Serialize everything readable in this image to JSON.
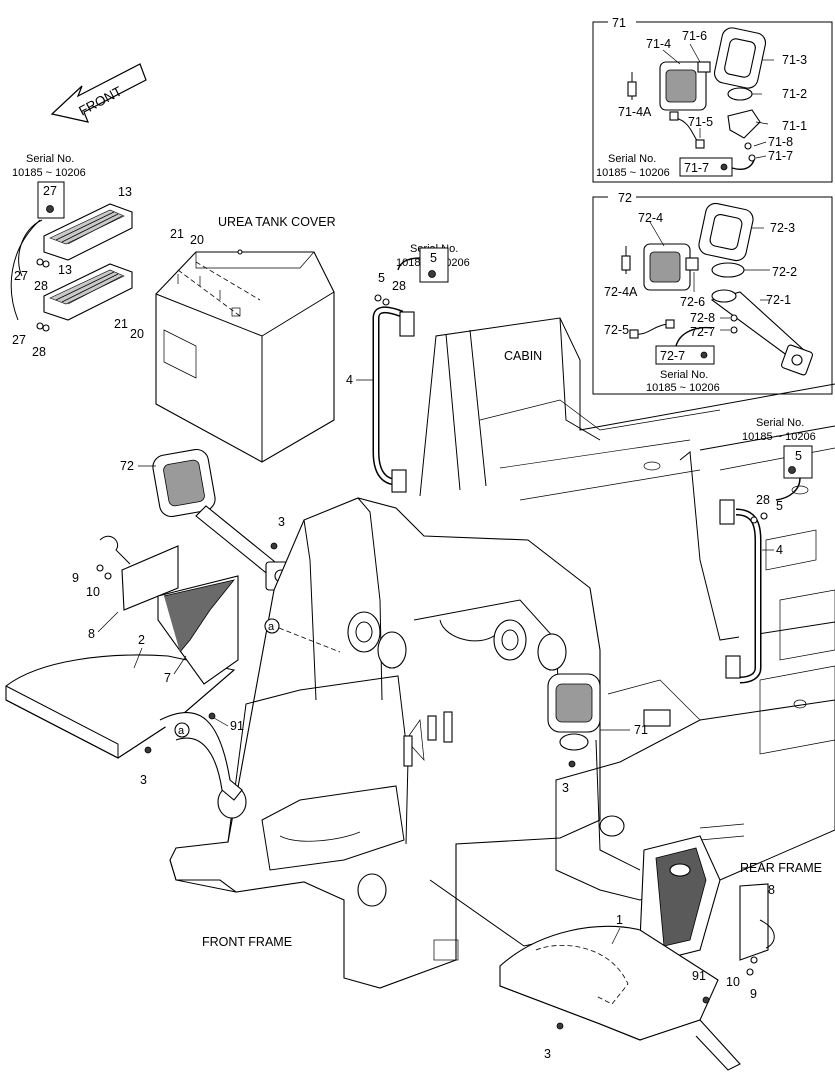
{
  "front_arrow": "FRONT",
  "sections": {
    "urea_tank_cover": "UREA TANK COVER",
    "cabin": "CABIN",
    "front_frame": "FRONT FRAME",
    "rear_frame": "REAR FRAME"
  },
  "serial": {
    "label": "Serial No.",
    "range": "10185 ~ 10206"
  },
  "callouts": {
    "c1": "1",
    "c2": "2",
    "c3": "3",
    "c4": "4",
    "c5": "5",
    "c7": "7",
    "c8": "8",
    "c9": "9",
    "c10": "10",
    "c13": "13",
    "c20": "20",
    "c21": "21",
    "c27": "27",
    "c28": "28",
    "c71": "71",
    "c72": "72",
    "c91": "91",
    "ca": "a"
  },
  "inset_71": {
    "title": "71",
    "parts": [
      "71-1",
      "71-2",
      "71-3",
      "71-4",
      "71-4A",
      "71-5",
      "71-6",
      "71-7",
      "71-8"
    ]
  },
  "inset_72": {
    "title": "72",
    "parts": [
      "72-1",
      "72-2",
      "72-3",
      "72-4",
      "72-4A",
      "72-5",
      "72-6",
      "72-7",
      "72-8"
    ]
  }
}
